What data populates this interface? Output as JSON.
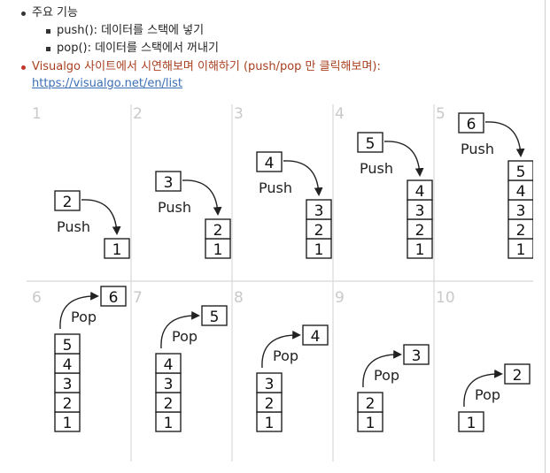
{
  "list": {
    "heading": "주요 기능",
    "items": [
      "push(): 데이터를 스택에 넣기",
      "pop(): 데이터를 스택에서 꺼내기"
    ],
    "note": "Visualgo 사이트에서 시연해보며 이해하기 (push/pop 만 클릭해보며):",
    "link": "https://visualgo.net/en/list"
  },
  "figure": {
    "push_label": "Push",
    "pop_label": "Pop",
    "panels": [
      {
        "step": "1",
        "op": "push",
        "value": "2",
        "stack": [
          "1"
        ]
      },
      {
        "step": "2",
        "op": "push",
        "value": "3",
        "stack": [
          "1",
          "2"
        ]
      },
      {
        "step": "3",
        "op": "push",
        "value": "4",
        "stack": [
          "1",
          "2",
          "3"
        ]
      },
      {
        "step": "4",
        "op": "push",
        "value": "5",
        "stack": [
          "1",
          "2",
          "3",
          "4"
        ]
      },
      {
        "step": "5",
        "op": "push",
        "value": "6",
        "stack": [
          "1",
          "2",
          "3",
          "4",
          "5"
        ]
      },
      {
        "step": "6",
        "op": "pop",
        "value": "6",
        "stack": [
          "1",
          "2",
          "3",
          "4",
          "5"
        ]
      },
      {
        "step": "7",
        "op": "pop",
        "value": "5",
        "stack": [
          "1",
          "2",
          "3",
          "4"
        ]
      },
      {
        "step": "8",
        "op": "pop",
        "value": "4",
        "stack": [
          "1",
          "2",
          "3"
        ]
      },
      {
        "step": "9",
        "op": "pop",
        "value": "3",
        "stack": [
          "1",
          "2"
        ]
      },
      {
        "step": "10",
        "op": "pop",
        "value": "2",
        "stack": [
          "1"
        ]
      }
    ]
  }
}
